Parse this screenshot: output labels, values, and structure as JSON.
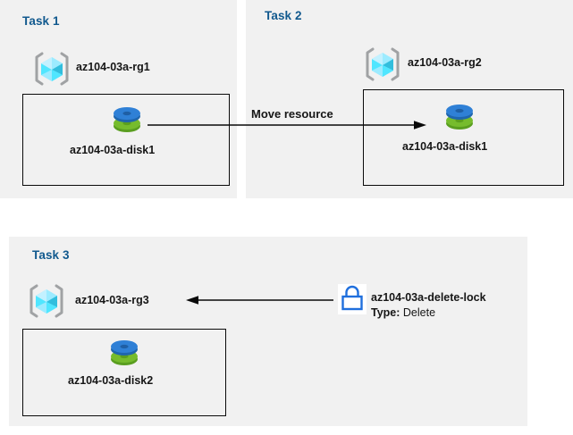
{
  "diagram": {
    "panels": [
      {
        "id": "task1",
        "title": "Task 1",
        "resource_group": {
          "name": "az104-03a-rg1",
          "icon": "resource-group-icon"
        },
        "resource": {
          "name": "az104-03a-disk1",
          "icon": "managed-disk-icon"
        }
      },
      {
        "id": "task2",
        "title": "Task 2",
        "resource_group": {
          "name": "az104-03a-rg2",
          "icon": "resource-group-icon"
        },
        "resource": {
          "name": "az104-03a-disk1",
          "icon": "managed-disk-icon"
        }
      },
      {
        "id": "task3",
        "title": "Task 3",
        "resource_group": {
          "name": "az104-03a-rg3",
          "icon": "resource-group-icon"
        },
        "resource": {
          "name": "az104-03a-disk2",
          "icon": "managed-disk-icon"
        }
      }
    ],
    "connectors": [
      {
        "id": "move-resource",
        "label": "Move resource",
        "direction": "right"
      },
      {
        "id": "apply-lock",
        "label": "",
        "direction": "left"
      }
    ],
    "lock": {
      "icon": "padlock-icon",
      "name": "az104-03a-delete-lock",
      "type_key": "Type:",
      "type_value": "Delete"
    },
    "colors": {
      "panel_background": "#f1f1f1",
      "page_background": "#ffffff",
      "title_blue": "#11598e",
      "text_black": "#161616",
      "border_black": "#0a0a0a",
      "lock_blue": "#1f6fdd",
      "disk_blue": "#2f80d6",
      "disk_green": "#76bc2d",
      "cube_cyan": "#50e6ff",
      "bracket_grey": "#a0a2a4"
    }
  }
}
